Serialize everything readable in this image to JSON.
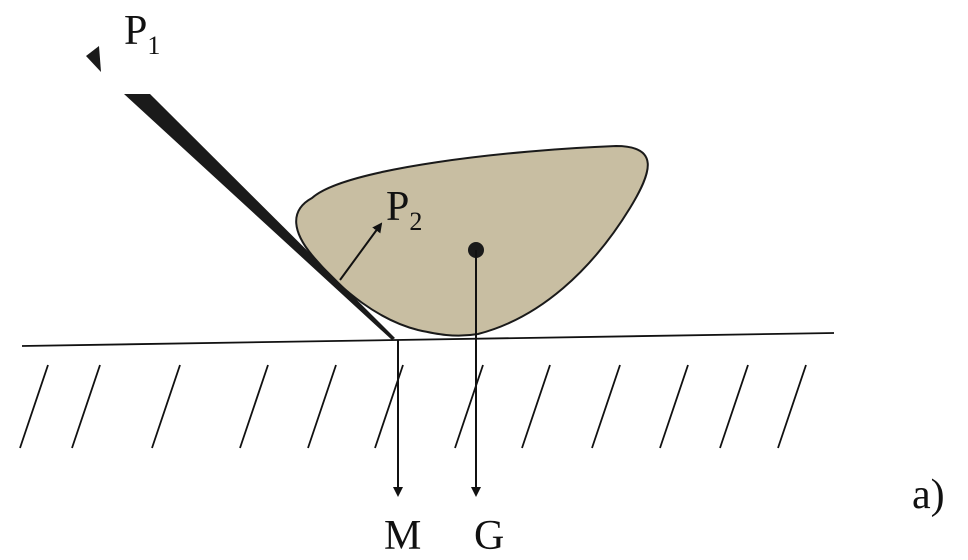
{
  "labels": {
    "p1_main": "P",
    "p1_sub": "1",
    "p2_main": "P",
    "p2_sub": "2",
    "m": "M",
    "g": "G",
    "panel": "a)"
  },
  "colors": {
    "ink": "#111111",
    "blob_fill": "#c8bea2",
    "blob_stroke": "#1a1a1a",
    "background": "#ffffff"
  }
}
